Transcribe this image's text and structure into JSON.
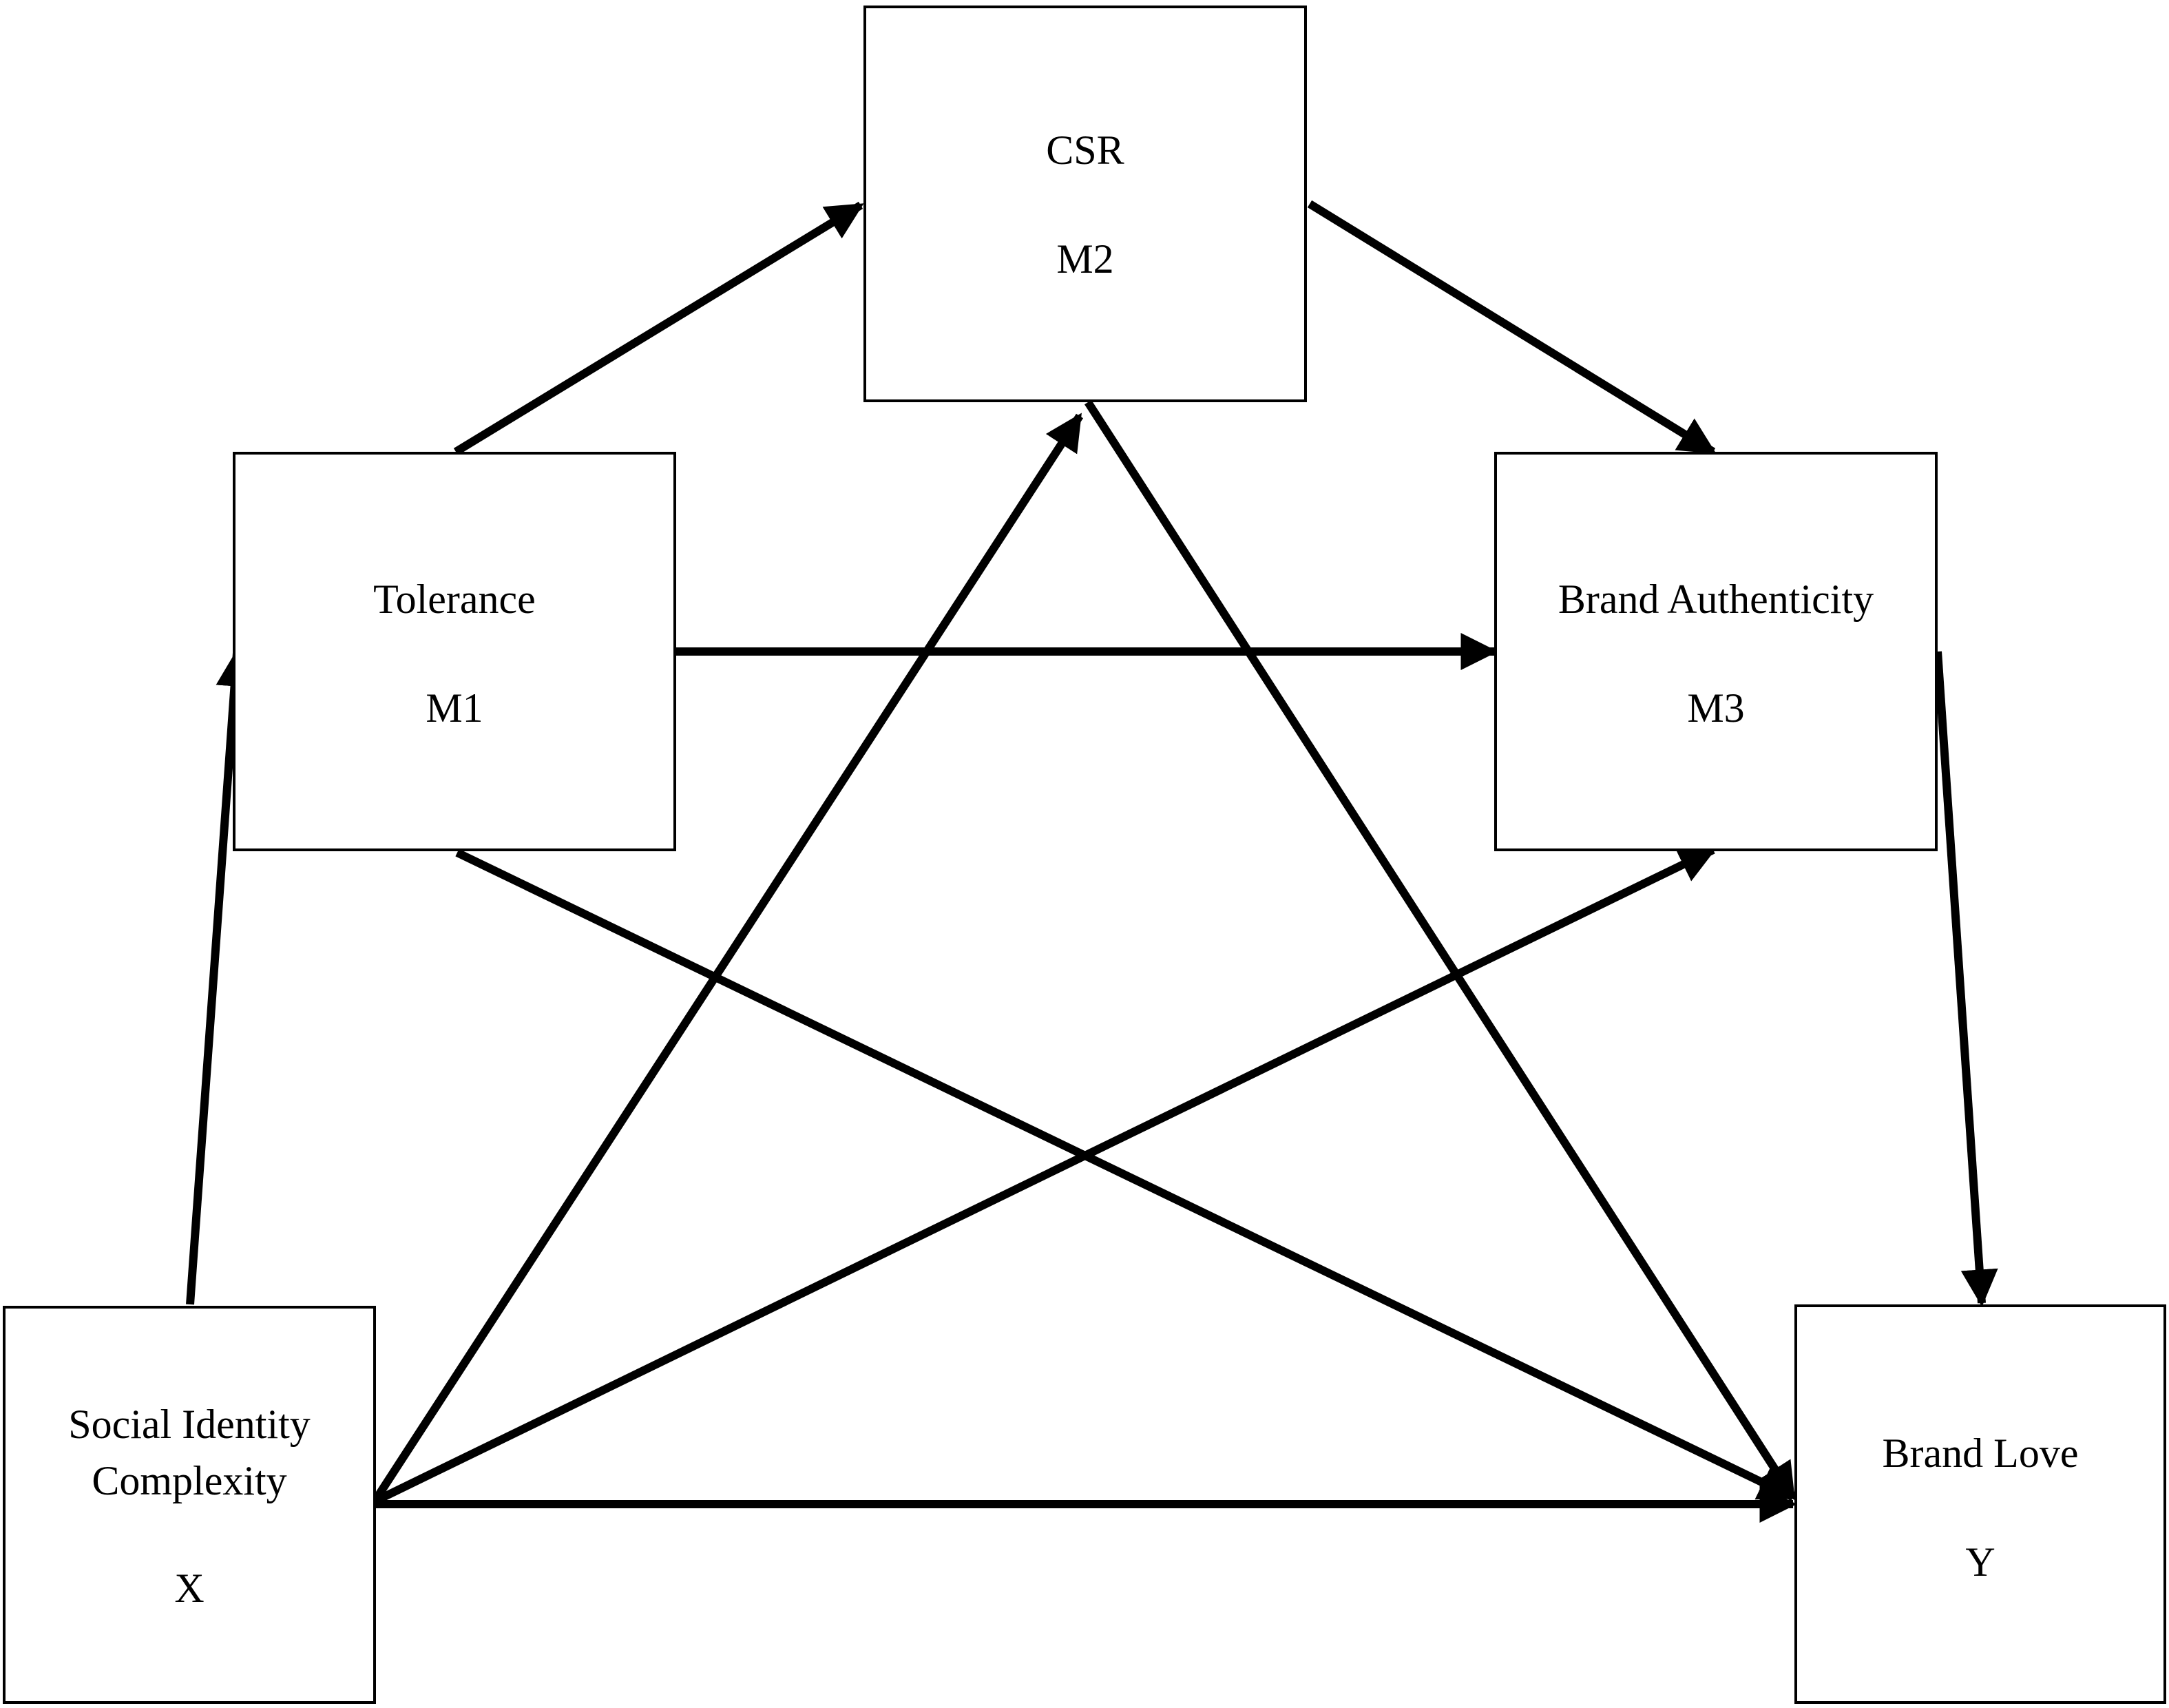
{
  "nodes": {
    "m2": {
      "title": "CSR",
      "code": "M2"
    },
    "m1": {
      "title": "Tolerance",
      "code": "M1"
    },
    "m3": {
      "title": "Brand Authenticity",
      "code": "M3"
    },
    "x": {
      "title_line1": "Social Identity",
      "title_line2": "Complexity",
      "code": "X"
    },
    "y": {
      "title": "Brand Love",
      "code": "Y"
    }
  },
  "paths": [
    {
      "from": "X",
      "to": "M1"
    },
    {
      "from": "M1",
      "to": "M2"
    },
    {
      "from": "M2",
      "to": "M3"
    },
    {
      "from": "M1",
      "to": "M3"
    },
    {
      "from": "M3",
      "to": "Y"
    },
    {
      "from": "X",
      "to": "M2"
    },
    {
      "from": "M2",
      "to": "Y"
    },
    {
      "from": "M1",
      "to": "Y"
    },
    {
      "from": "X",
      "to": "M3"
    },
    {
      "from": "X",
      "to": "Y"
    }
  ]
}
